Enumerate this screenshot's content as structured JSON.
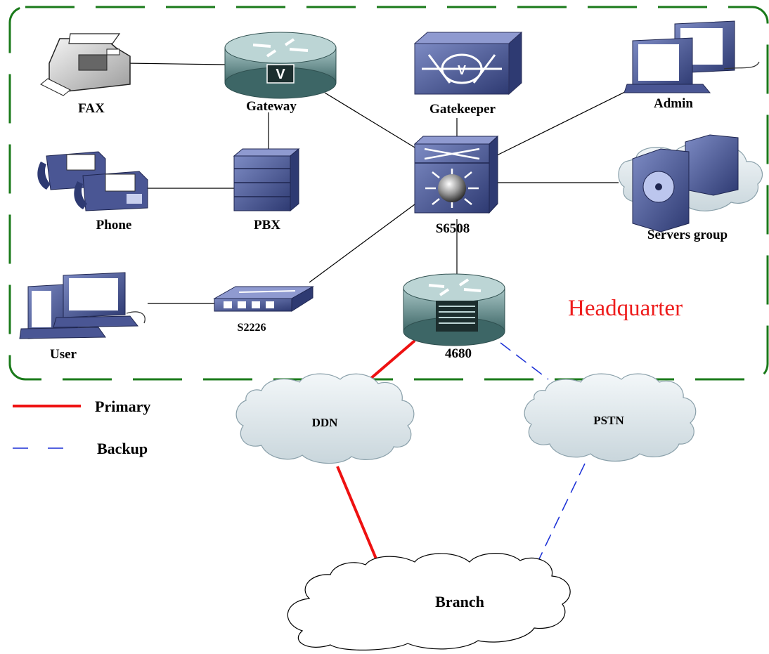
{
  "diagram": {
    "region_label": "Headquarter",
    "nodes": {
      "fax": "FAX",
      "gateway": "Gateway",
      "gatekeeper": "Gatekeeper",
      "admin": "Admin",
      "phone": "Phone",
      "pbx": "PBX",
      "s6508": "S6508",
      "servers": "Servers group",
      "user": "User",
      "s2226": "S2226",
      "r4680": "4680",
      "ddn": "DDN",
      "pstn": "PSTN",
      "branch": "Branch"
    },
    "legend": {
      "primary": "Primary",
      "backup": "Backup"
    },
    "colors": {
      "region_border": "#1a7a1a",
      "region_label": "#ee1c1c",
      "primary_link": "#ee1111",
      "backup_link": "#1a2fd6",
      "device_blue": "#3f4d8a",
      "router_teal": "#5f8f8f",
      "cloud_fill": "#dfe9ee"
    }
  }
}
